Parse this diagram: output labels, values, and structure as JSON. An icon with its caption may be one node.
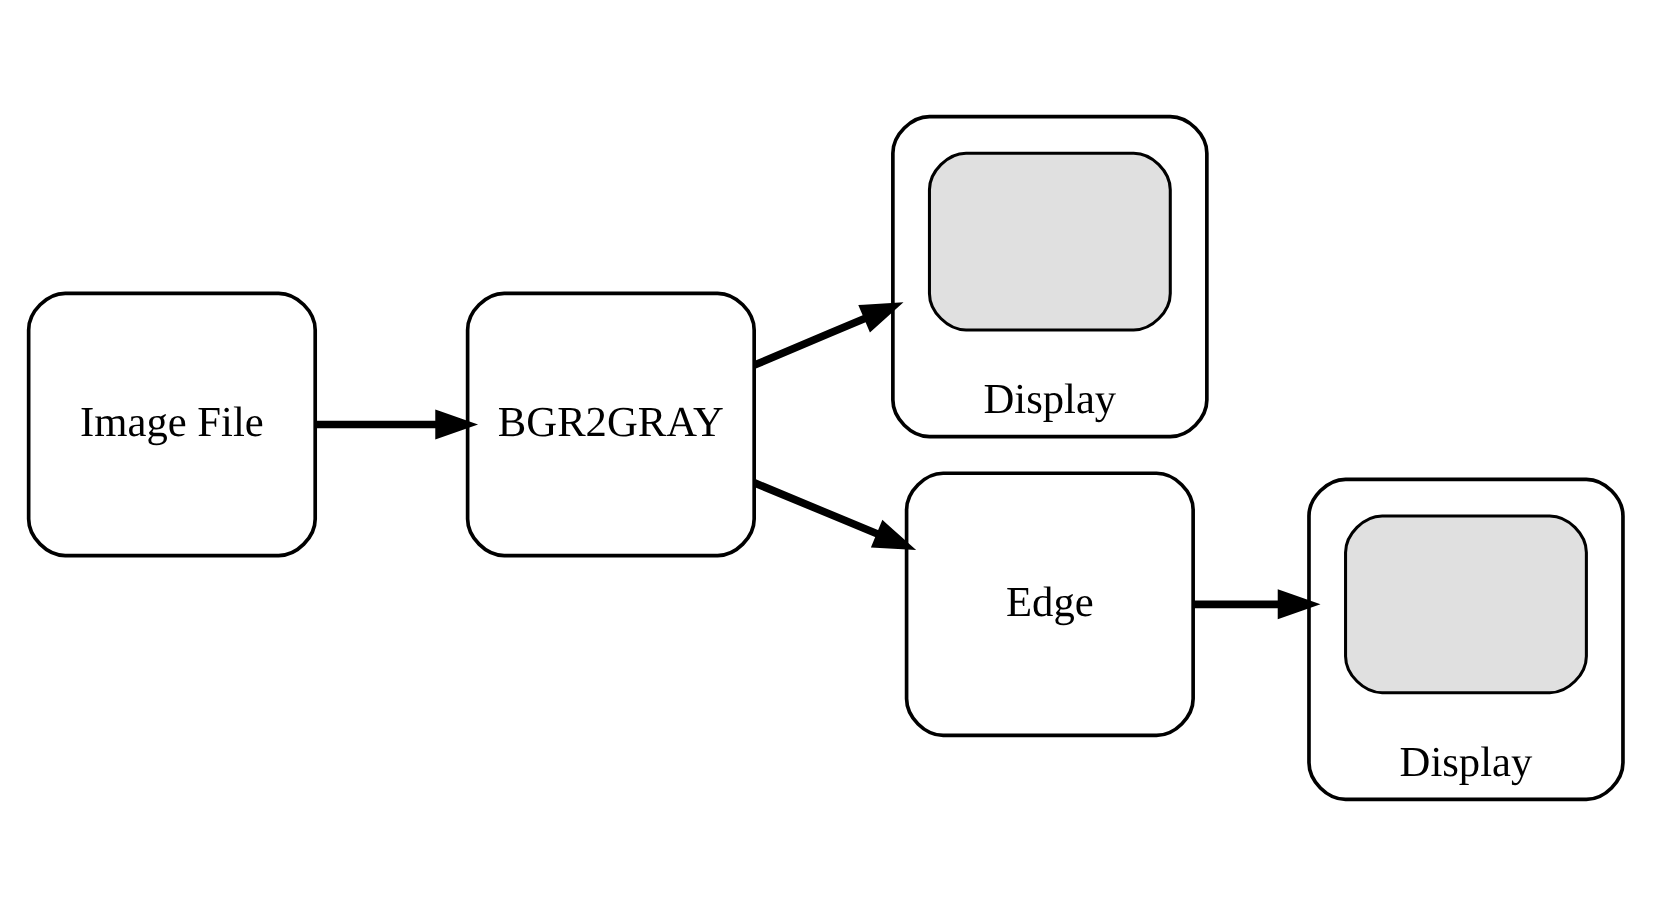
{
  "diagram": {
    "nodes": [
      {
        "text": [
          "Image File"
        ]
      },
      {
        "text": [
          "BGR2GRAY"
        ]
      },
      {
        "text": [
          "Display"
        ]
      },
      {
        "text": [],
        "shape": "box",
        "in": 2
      },
      {
        "text": [
          "Edge"
        ]
      },
      {
        "text": [
          "Display"
        ]
      },
      {
        "text": [],
        "shape": "box",
        "in": 5
      }
    ],
    "edges": [
      {
        "from": 0,
        "to": 1,
        "arrow": "to"
      },
      {
        "from": 1,
        "to": 2,
        "arrow": "to"
      },
      {
        "from": 1,
        "to": 4,
        "arrow": "to"
      },
      {
        "from": 4,
        "to": 5,
        "arrow": "to"
      }
    ]
  }
}
